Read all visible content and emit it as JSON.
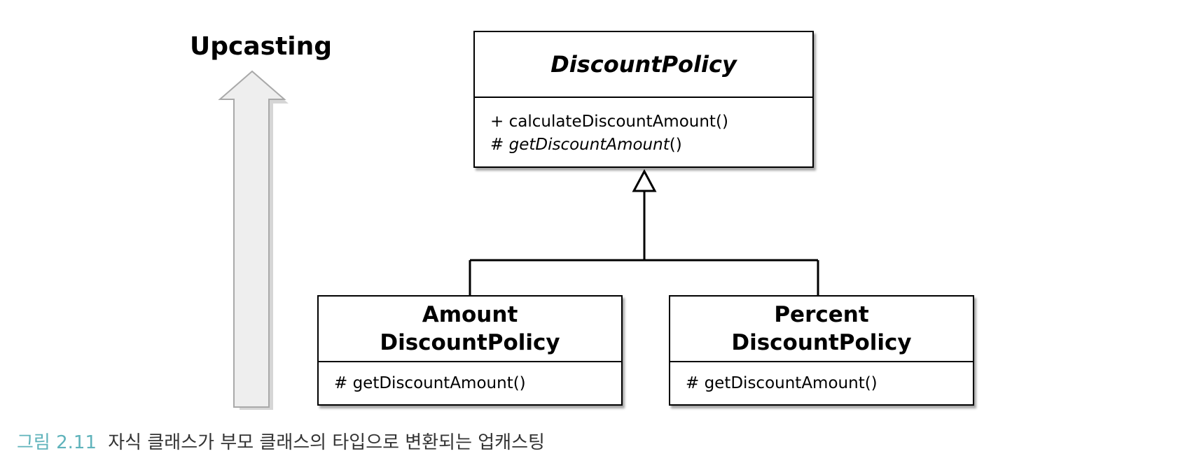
{
  "upcasting": {
    "label": "Upcasting"
  },
  "parent_class": {
    "name": "DiscountPolicy",
    "operations": [
      {
        "visibility": "+",
        "name": "calculateDiscountAmount",
        "params": "()"
      },
      {
        "visibility": "#",
        "name": "getDiscountAmount",
        "params": "()"
      }
    ]
  },
  "child_classes": [
    {
      "name_line1": "Amount",
      "name_line2": "DiscountPolicy",
      "operation": "# getDiscountAmount()"
    },
    {
      "name_line1": "Percent",
      "name_line2": "DiscountPolicy",
      "operation": "# getDiscountAmount()"
    }
  ],
  "caption": {
    "figure_number": "그림 2.11",
    "text": "자식 클래스가 부모 클래스의 타입으로 변환되는 업캐스팅"
  },
  "colors": {
    "caption_accent": "#5fb3bb",
    "arrow_fill": "#eeeeee",
    "arrow_stroke": "#a9a9a9"
  }
}
